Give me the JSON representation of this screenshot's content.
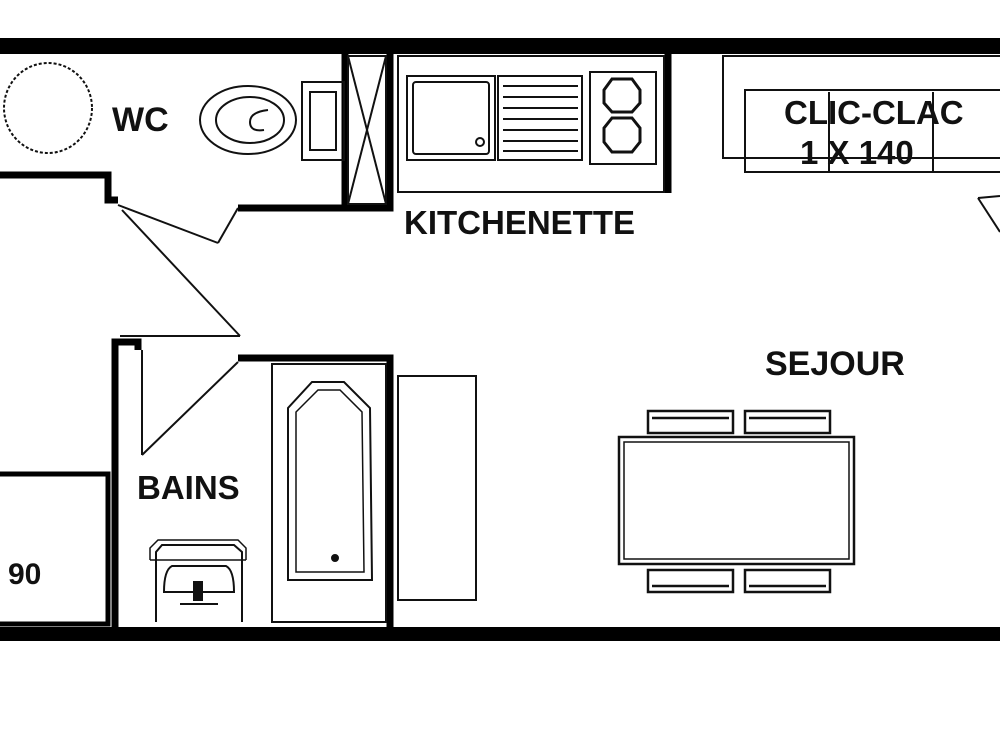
{
  "rooms": {
    "wc": "WC",
    "kitchenette": "KITCHENETTE",
    "sejour": "SEJOUR",
    "bains": "BAINS"
  },
  "beds": {
    "sofa_bed_line1": "CLIC-CLAC",
    "sofa_bed_line2": "1 X 140",
    "bunk_size": "90"
  },
  "colors": {
    "wall": "#000000",
    "background": "#ffffff",
    "fixture_line": "#111111"
  }
}
